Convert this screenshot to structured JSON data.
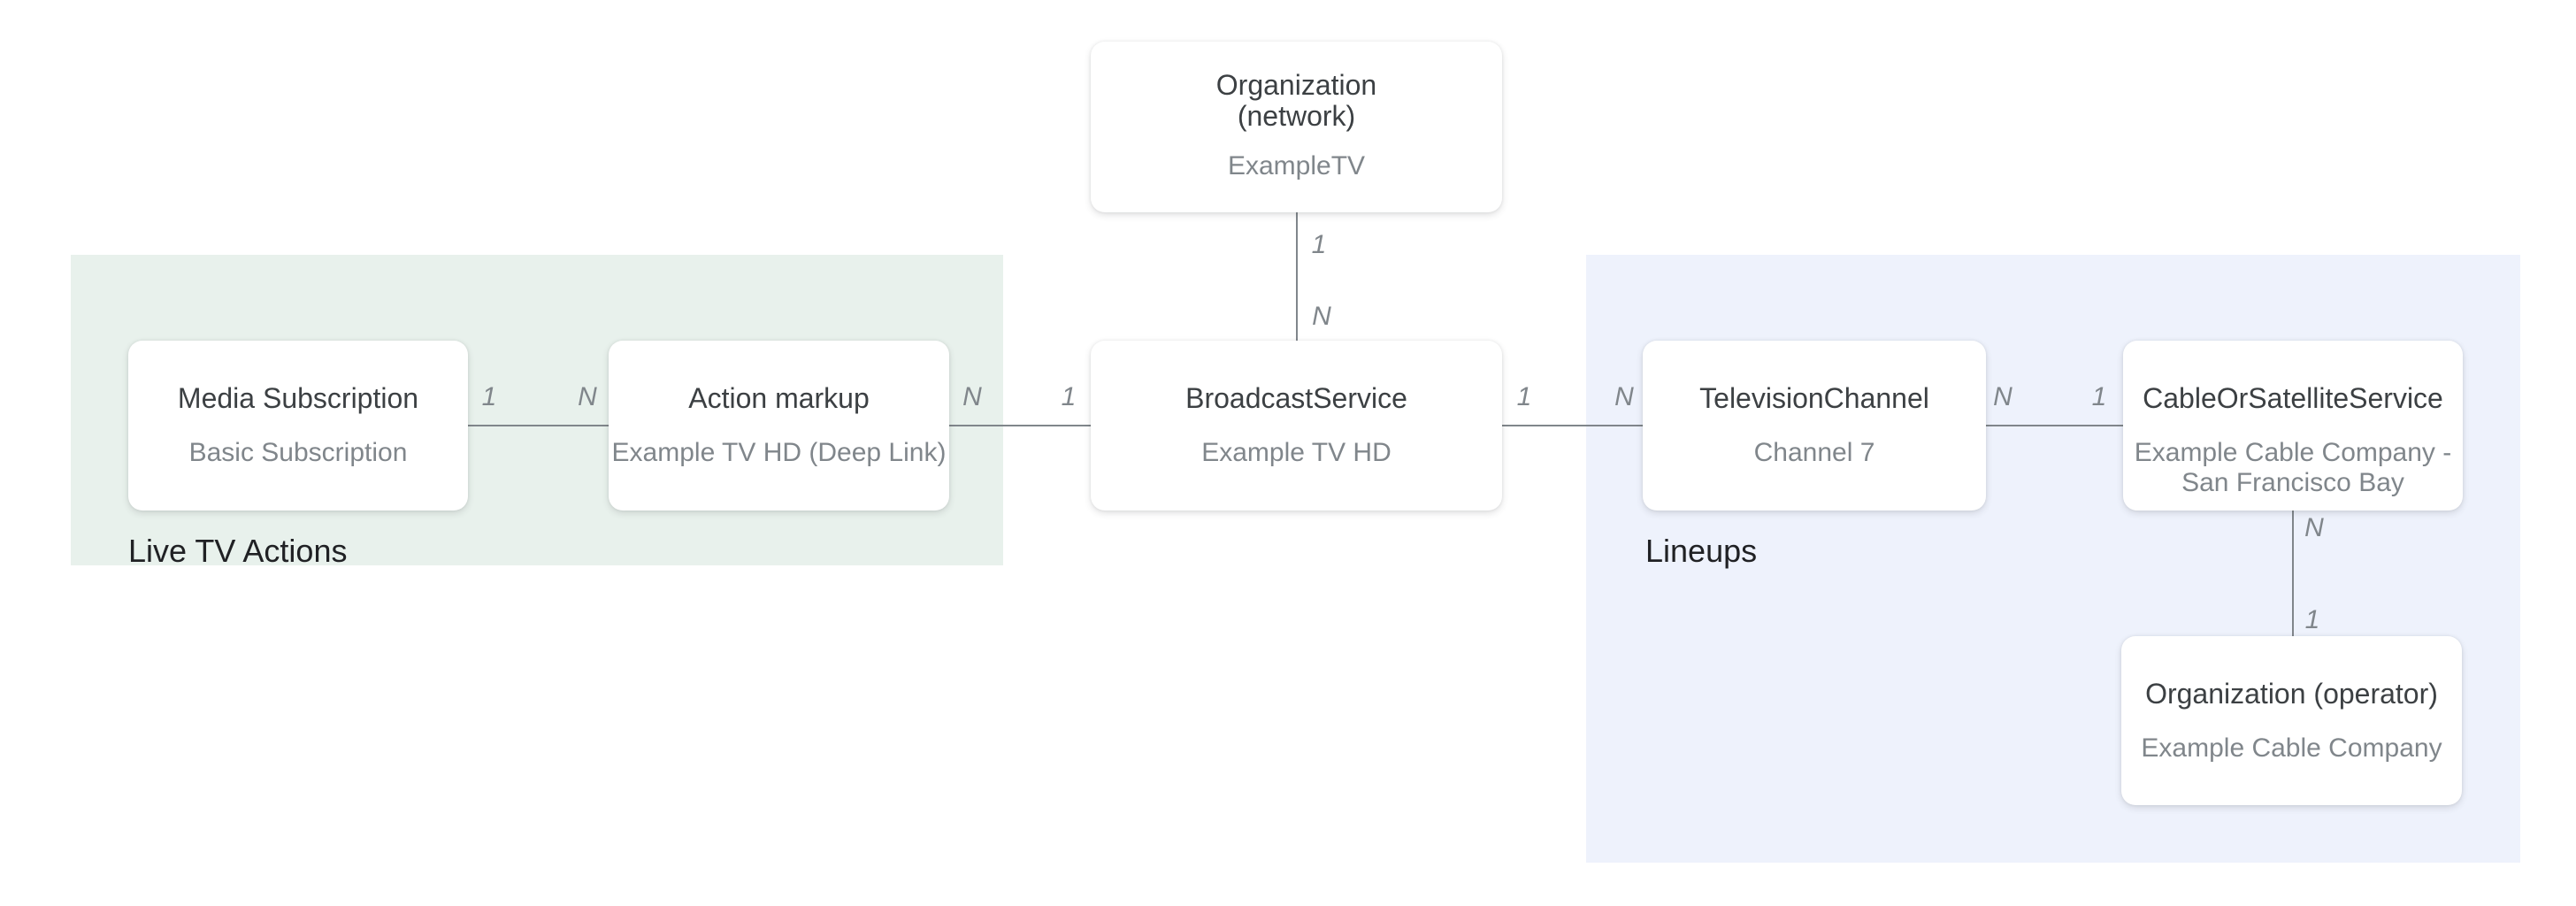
{
  "panels": {
    "live_tv": {
      "label": "Live TV Actions"
    },
    "lineups": {
      "label": "Lineups"
    }
  },
  "nodes": {
    "organization_network": {
      "title_line1": "Organization",
      "title_line2": "(network)",
      "subtitle": "ExampleTV"
    },
    "media_subscription": {
      "title": "Media Subscription",
      "subtitle": "Basic Subscription"
    },
    "action_markup": {
      "title": "Action markup",
      "subtitle": "Example TV HD (Deep Link)"
    },
    "broadcast_service": {
      "title": "BroadcastService",
      "subtitle": "Example TV HD"
    },
    "television_channel": {
      "title": "TelevisionChannel",
      "subtitle": "Channel 7"
    },
    "cable_or_satellite_service": {
      "title": "CableOrSatelliteService",
      "subtitle_line1": "Example Cable Company -",
      "subtitle_line2": "San Francisco Bay"
    },
    "organization_operator": {
      "title": "Organization (operator)",
      "subtitle": "Example Cable Company"
    }
  },
  "edges": {
    "network_to_broadcast": {
      "from_label": "1",
      "to_label": "N"
    },
    "media_to_action": {
      "from_label": "1",
      "to_label": "N"
    },
    "action_to_broadcast": {
      "from_label": "N",
      "to_label": "1"
    },
    "broadcast_to_channel": {
      "from_label": "1",
      "to_label": "N"
    },
    "channel_to_cable": {
      "from_label": "N",
      "to_label": "1"
    },
    "cable_to_operator": {
      "from_label": "N",
      "to_label": "1"
    }
  },
  "colors": {
    "page_bg": "#ffffff",
    "live_tv_panel_bg": "#e8f1ec",
    "lineups_panel_bg": "#eef2fc",
    "node_bg": "#ffffff",
    "node_title": "#3c4043",
    "node_subtitle": "#80868b",
    "panel_title": "#202124",
    "connector": "#80868b",
    "edge_label": "#80868b"
  }
}
